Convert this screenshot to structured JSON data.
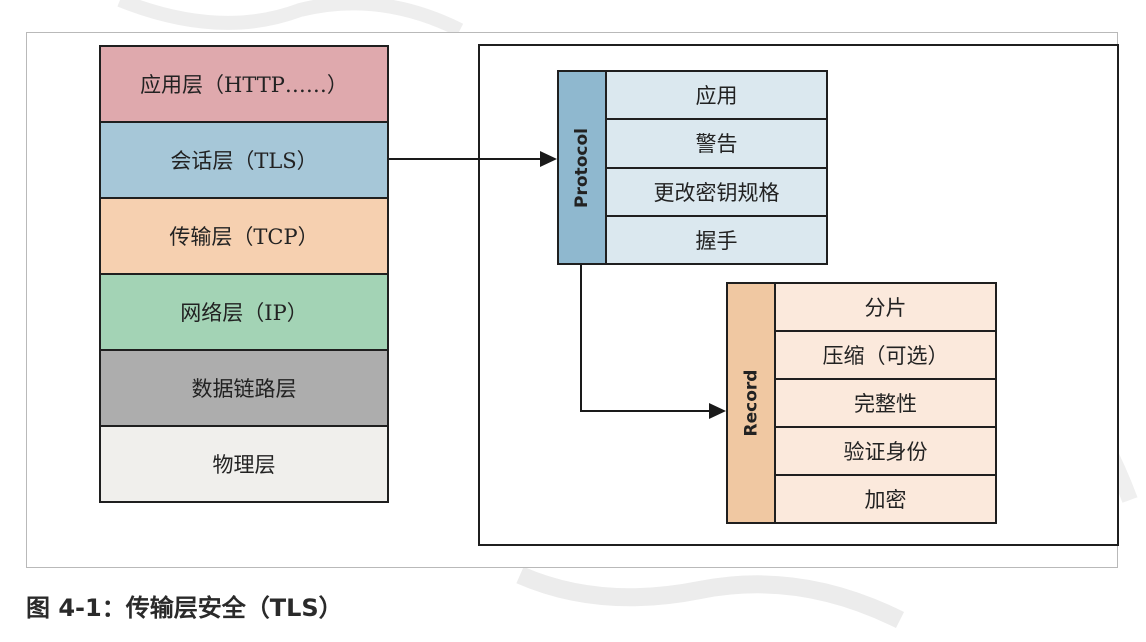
{
  "stack": [
    {
      "label": "应用层（HTTP……）",
      "color": "#dfa9ad"
    },
    {
      "label": "会话层（TLS）",
      "color": "#a6c7d8"
    },
    {
      "label": "传输层（TCP）",
      "color": "#f6d0b0"
    },
    {
      "label": "网络层（IP）",
      "color": "#a3d3b5"
    },
    {
      "label": "数据链路层",
      "color": "#adadad"
    },
    {
      "label": "物理层",
      "color": "#f0efec"
    }
  ],
  "protocol": {
    "label": "Protocol",
    "items": [
      "应用",
      "警告",
      "更改密钥规格",
      "握手"
    ]
  },
  "record": {
    "label": "Record",
    "items": [
      "分片",
      "压缩（可选）",
      "完整性",
      "验证身份",
      "加密"
    ]
  },
  "caption": "图 4-1：传输层安全（TLS）"
}
